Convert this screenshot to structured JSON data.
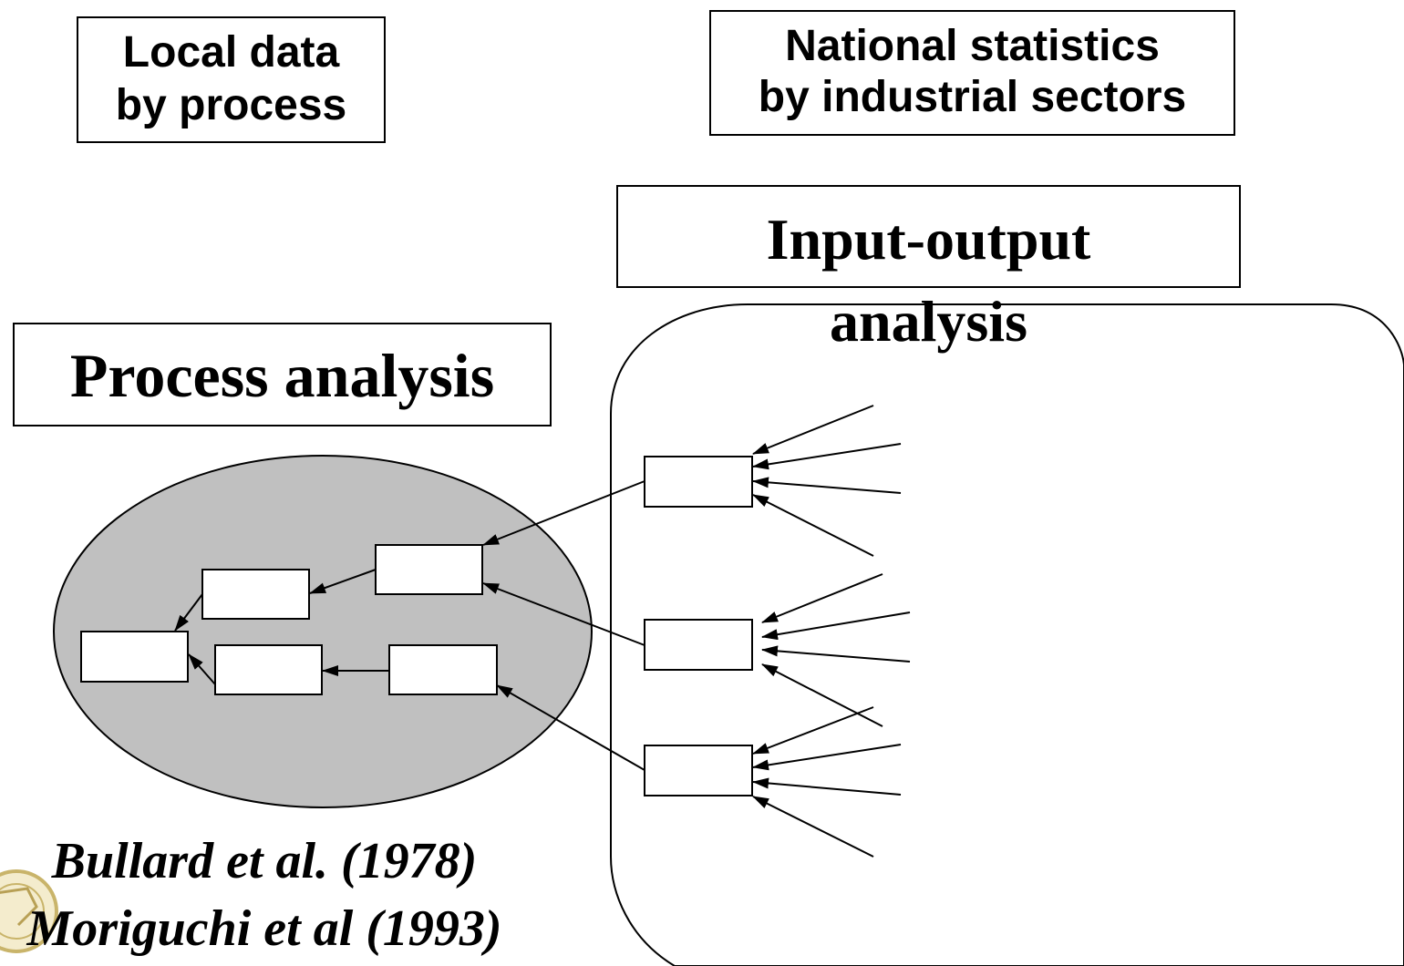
{
  "labels": {
    "local_data": [
      "Local data",
      "by process"
    ],
    "national_statistics": [
      "National statistics",
      "by industrial sectors"
    ],
    "process_analysis": "Process analysis",
    "input_output_analysis": [
      "Input-output",
      "analysis"
    ]
  },
  "citations": [
    "Bullard et al. (1978)",
    "Moriguchi et al (1993)"
  ],
  "colors": {
    "process_region_fill": "#c0c0c0",
    "stroke": "#000000",
    "background": "#ffffff"
  },
  "icons": {
    "logo": "university-seal-icon"
  }
}
